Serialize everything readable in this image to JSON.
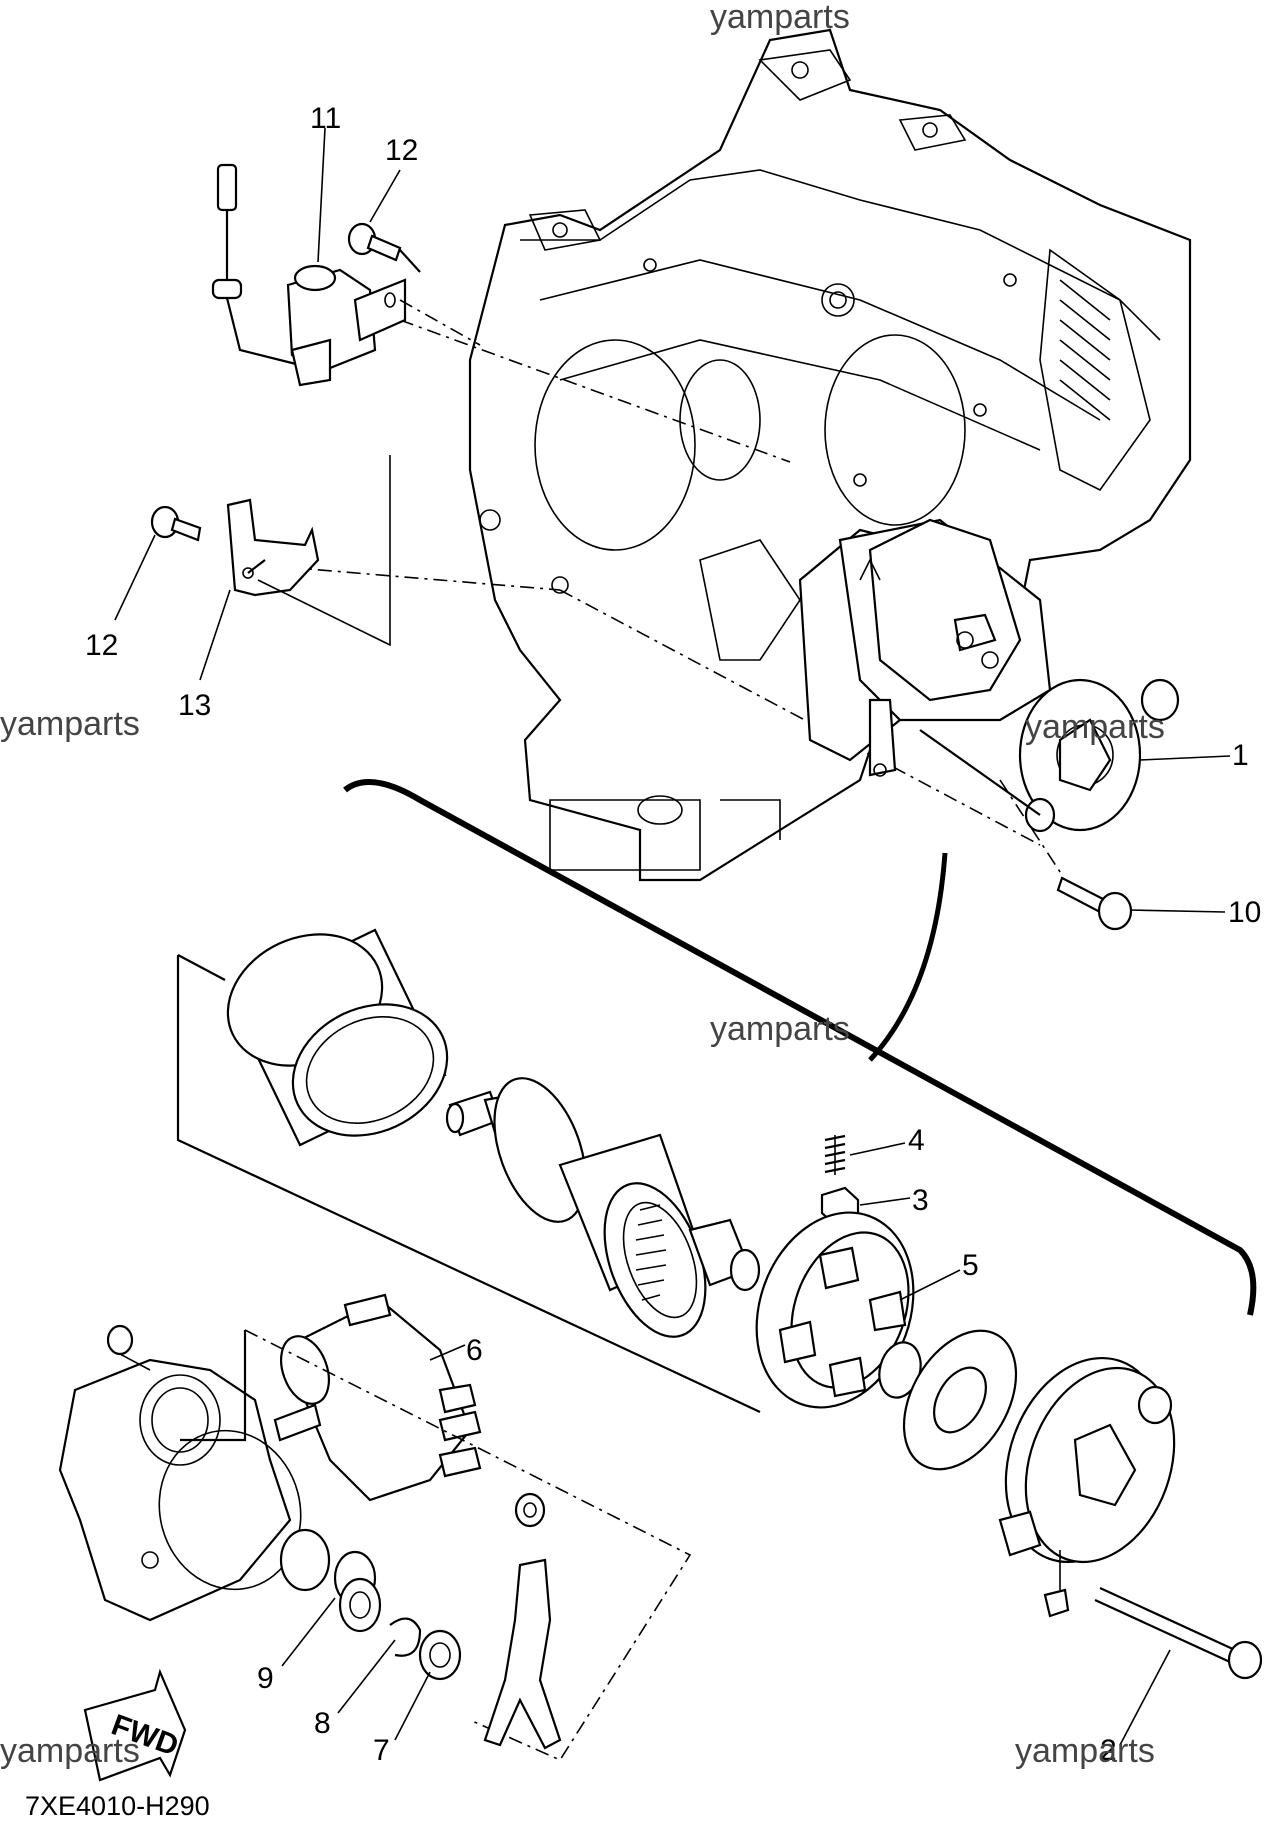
{
  "watermark": "yamparts",
  "diagram_code": "7XE4010-H290",
  "fwd_label": "FWD",
  "callouts": {
    "p1": "1",
    "p2": "2",
    "p3": "3",
    "p4": "4",
    "p5": "5",
    "p6": "6",
    "p7": "7",
    "p8": "8",
    "p9": "9",
    "p10": "10",
    "p11": "11",
    "p12a": "12",
    "p12b": "12",
    "p13": "13"
  }
}
